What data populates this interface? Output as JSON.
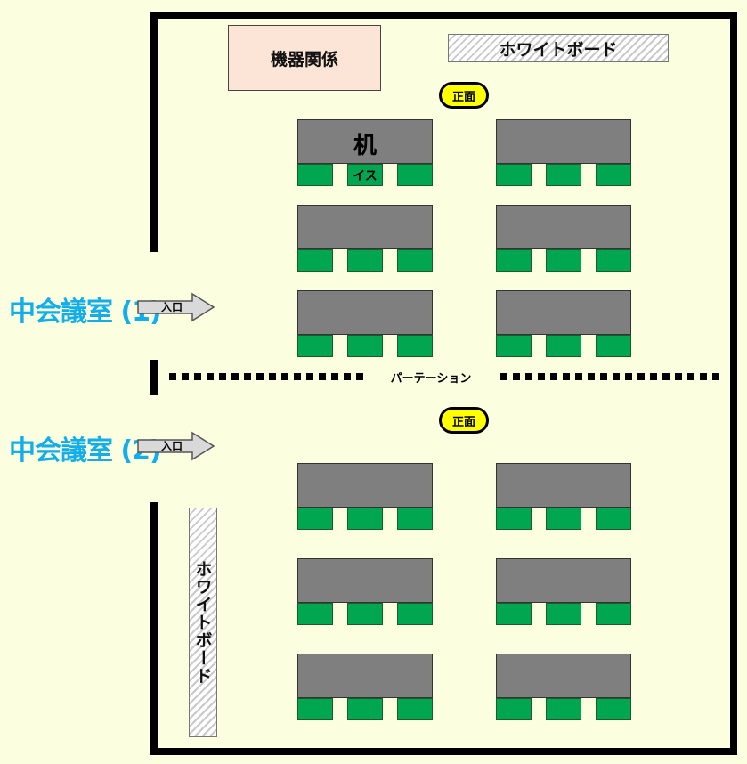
{
  "labels": {
    "equipment": "機器関係",
    "whiteboard_top": "ホワイトボード",
    "whiteboard_side": "ホワイトボード",
    "front_upper": "正面",
    "front_lower": "正面",
    "desk": "机",
    "chair": "イス",
    "partition": "パーテーション"
  },
  "rooms": [
    {
      "name": "中会議室 (1)",
      "entrance": "入口"
    },
    {
      "name": "中会議室 (2)",
      "entrance": "入口"
    }
  ],
  "colors": {
    "background": "#fcfee0",
    "wall": "#000000",
    "desk": "#7f7f7f",
    "chair": "#00a650",
    "equipment_area": "#fce4d6",
    "front_marker": "#ffff00",
    "room_label": "#12aeea",
    "entrance_arrow": "#d9d9d9"
  }
}
